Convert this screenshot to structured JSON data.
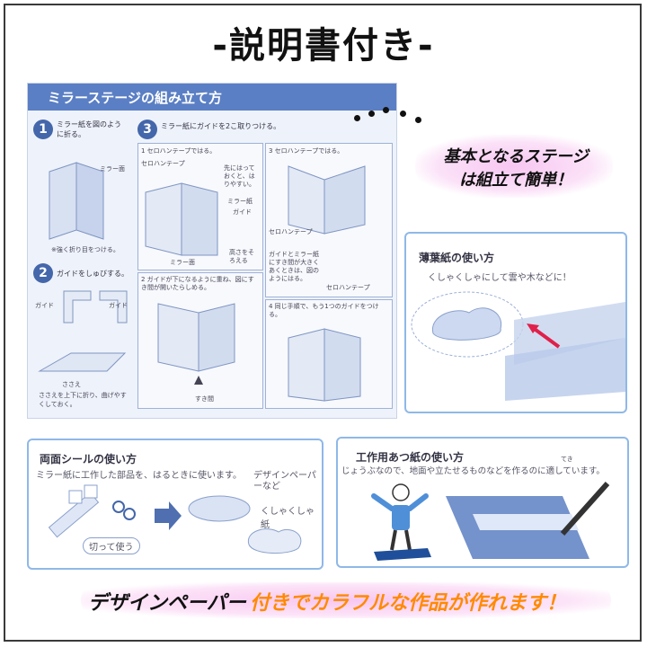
{
  "title": "-説明書付き-",
  "manual": {
    "header": "ミラーステージの組み立て方",
    "step1": {
      "num": "1",
      "text": "ミラー紙を図のように折る。",
      "label": "ミラー面",
      "note": "※強く折り目をつける。"
    },
    "step2": {
      "num": "2",
      "text": "ガイドをしゅびする。",
      "guide_a": "ガイド",
      "guide_b": "ガイド",
      "label": "ささえ",
      "note": "ささえを上下に折り、曲げやすくしておく。"
    },
    "step3": {
      "num": "3",
      "text": "ミラー紙にガイドを2こ取りつける。",
      "s1": "1 セロハンテープではる。",
      "s1a": "セロハンテープ",
      "s1b": "先にはっておくと、はりやすい。",
      "s1c": "ミラー紙",
      "s1d": "ガイド",
      "s1e": "高さをそろえる",
      "s1f": "ミラー面",
      "s2": "2 ガイドが下になるように重ね、図にすき間が開いたらしめる。",
      "s2a": "すき間",
      "s3": "3 セロハンテープではる。",
      "s3a": "セロハンテープ",
      "s3b": "ガイドとミラー紙にすき間が大きくあくときは、図のようにはる。",
      "s3c": "セロハンテープ",
      "s4": "4 同じ手順で、もう1つのガイドをつける。"
    }
  },
  "caption": {
    "line1": "基本となるステージ",
    "line2": "は組立て簡単！"
  },
  "tissue": {
    "title": "薄葉紙の使い方",
    "text": "くしゃくしゃにして雲や木などに！"
  },
  "sticker": {
    "title": "両面シールの使い方",
    "text": "ミラー紙に工作した部品を、はるときに使います。",
    "label_design": "デザインペーパーなど",
    "label_crumple": "くしゃくしゃ紙",
    "label_cut": "切って使う"
  },
  "cardboard": {
    "title": "工作用あつ紙の使い方",
    "text": "じょうぶなので、地面や立たせるものなどを作るのに適しています。",
    "ruby": "てき"
  },
  "bottom": {
    "part1": "デザインペーパー",
    "part2": "付きでカラフルな作品が作れます！"
  },
  "colors": {
    "accent": "#5b7fc4",
    "highlight": "#ff8a00",
    "pink": "#f7c6f1",
    "panel_border": "#8fb8e8"
  }
}
